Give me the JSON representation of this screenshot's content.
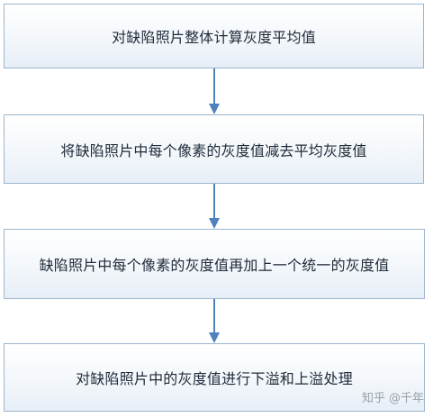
{
  "steps": [
    {
      "label": "对缺陷照片整体计算灰度平均值"
    },
    {
      "label": "将缺陷照片中每个像素的灰度值减去平均灰度值"
    },
    {
      "label": "缺陷照片中每个像素的灰度值再加上一个统一的灰度值"
    },
    {
      "label": "对缺陷照片中的灰度值进行下溢和上溢处理"
    }
  ],
  "watermark": {
    "logo": "知乎",
    "handle": "@千年"
  },
  "colors": {
    "box_border": "#9cb6cf",
    "arrow": "#4f81bd",
    "text": "#1f2a38"
  }
}
